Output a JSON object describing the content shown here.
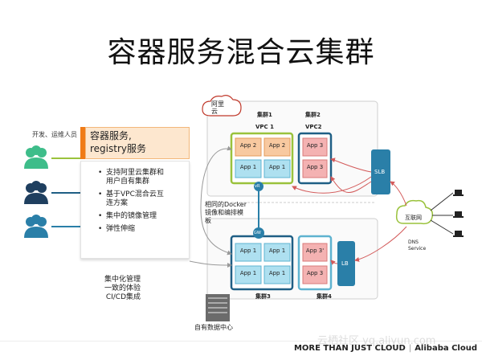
{
  "title": "容器服务混合云集群",
  "people_label": "开发、运维人员",
  "service": {
    "line1": "容器服务,",
    "line2": "registry服务"
  },
  "features": [
    {
      "line1": "支持阿里云集群和",
      "line2": "用户自有集群"
    },
    {
      "line1": "基于VPC混合云互",
      "line2": "连方案"
    },
    {
      "line1": "集中的镜像管理",
      "line2": ""
    },
    {
      "line1": "弹性伸缩",
      "line2": ""
    }
  ],
  "central": {
    "line1": "集中化管理",
    "line2": "一致的体验",
    "line3": "CI/CD集成"
  },
  "aliyun_cloud": {
    "line1": "阿里",
    "line2": "云"
  },
  "clusters": {
    "c1": "集群1",
    "c2": "集群2",
    "c3": "集群3",
    "c4": "集群4"
  },
  "vpc": {
    "v1": "VPC 1",
    "v2": "VPC2"
  },
  "apps": {
    "c1_r1": [
      "App 2",
      "App 2"
    ],
    "c1_r2": [
      "App 1",
      "App 1"
    ],
    "c2": [
      "App 3",
      "App 3"
    ],
    "c3_r1": [
      "App 1",
      "App 1"
    ],
    "c3_r2": [
      "App 1",
      "App 1"
    ],
    "c4": [
      "App 3'",
      "App 3"
    ]
  },
  "same_image": {
    "line1": "相同的Docker",
    "line2": "镜像和编排模",
    "line3": "板"
  },
  "slb": "SLB",
  "lb": "LB",
  "gw": "GW",
  "vr": "vR",
  "internet": "互联网",
  "dns": {
    "line1": "DNS",
    "line2": "Service"
  },
  "datacenter": "自有数据中心",
  "footer": {
    "left": "MORE THAN JUST CLOUD",
    "sep": "|",
    "brand": "Alibaba Cloud"
  },
  "watermark": "云栖社区 yq.aliyun.com",
  "colors": {
    "accent_orange": "#f07b16",
    "green": "#9ac23c",
    "teal": "#2a7fa8",
    "dark_teal": "#1f5f85",
    "red_app": "#f4b2b2",
    "blue_app": "#aee0f0",
    "orange_app": "#f8c9a0"
  }
}
